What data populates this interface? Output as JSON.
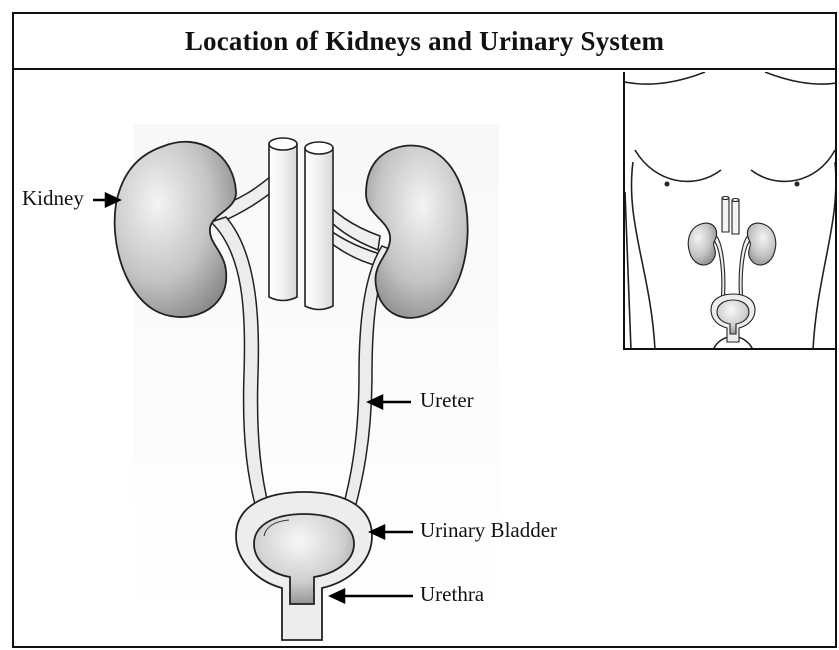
{
  "title": "Location of Kidneys and Urinary System",
  "labels": {
    "kidney": "Kidney",
    "ureter": "Ureter",
    "bladder": "Urinary Bladder",
    "urethra": "Urethra"
  },
  "colors": {
    "organ_dark": "#8a8a8a",
    "organ_light": "#f2f2f2",
    "tube": "#e9e9e9",
    "outline": "#222222"
  },
  "icons": [
    "arrow-right-icon",
    "arrow-left-icon"
  ]
}
